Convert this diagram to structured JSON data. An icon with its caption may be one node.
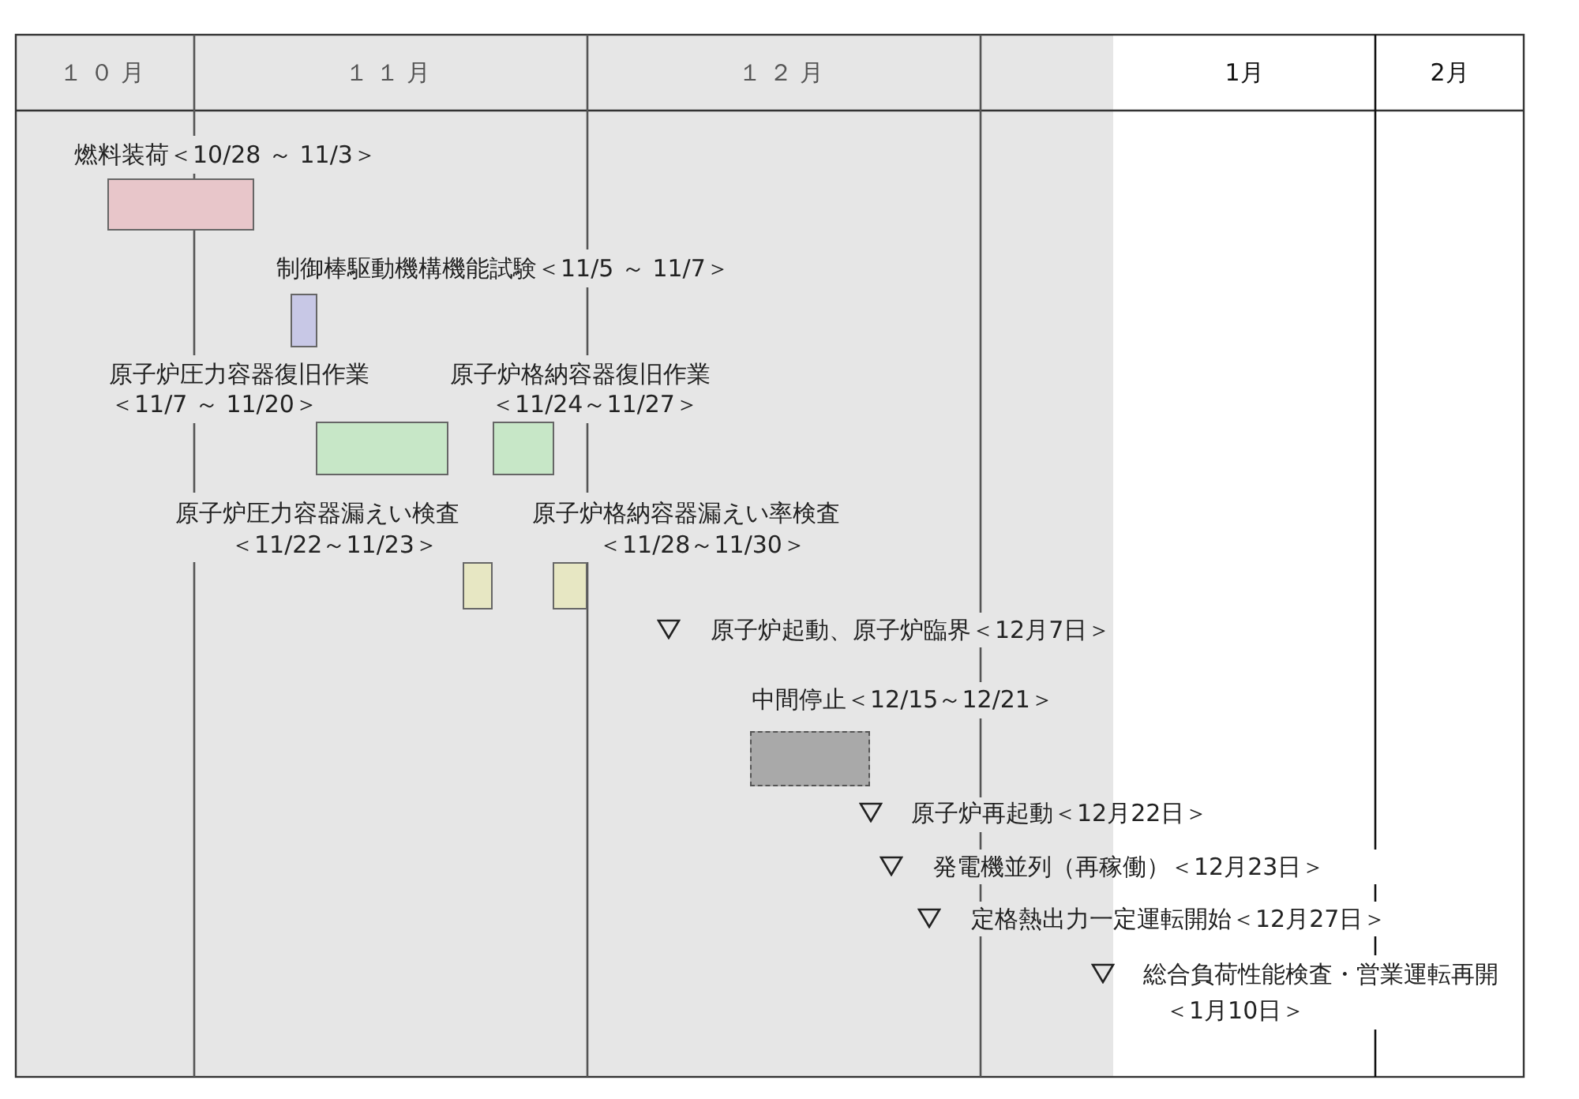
{
  "diagram": {
    "nodes": [
      {
        "text": [],
        "shape": "bar",
        "beside": [
          "燃料装荷＜10/28 ～ 11/3＞"
        ]
      },
      {
        "text": [],
        "shape": "bar",
        "beside": [
          "制御棒駆動機構機能試験＜11/5 ～ 11/7＞"
        ]
      },
      {
        "text": [],
        "shape": "bar",
        "beside": [
          "原子炉圧力容器復旧作業",
          "＜11/7 ～ 11/20＞"
        ]
      },
      {
        "text": [],
        "shape": "bar",
        "beside": [
          "原子炉格納容器復旧作業",
          "＜11/24～11/27＞"
        ]
      },
      {
        "text": [],
        "shape": "bar",
        "beside": [
          "原子炉圧力容器漏えい検査",
          "＜11/22～11/23＞"
        ]
      },
      {
        "text": [],
        "shape": "bar",
        "beside": [
          "原子炉格納容器漏えい率検査",
          "＜11/28～11/30＞"
        ]
      },
      {
        "text": [],
        "shape": "triangle",
        "beside": [
          "原子炉起動、原子炉臨界＜12月7日＞"
        ]
      },
      {
        "text": [],
        "shape": "bar",
        "beside": [
          "中間停止＜12/15～12/21＞"
        ]
      },
      {
        "text": [],
        "shape": "triangle",
        "beside": [
          "原子炉再起動＜12月22日＞"
        ]
      },
      {
        "text": [],
        "shape": "triangle",
        "beside": [
          "発電機並列（再稼働）＜12月23日＞"
        ]
      },
      {
        "text": [],
        "shape": "triangle",
        "beside": [
          "定格熱出力一定運転開始＜12月27日＞"
        ]
      },
      {
        "text": [],
        "shape": "triangle",
        "beside": [
          "総合負荷性能検査・営業運転再開",
          "＜1月10日＞"
        ]
      }
    ],
    "labels": [
      "１０月",
      "１１月",
      "１２月",
      "1月",
      "2月"
    ]
  }
}
